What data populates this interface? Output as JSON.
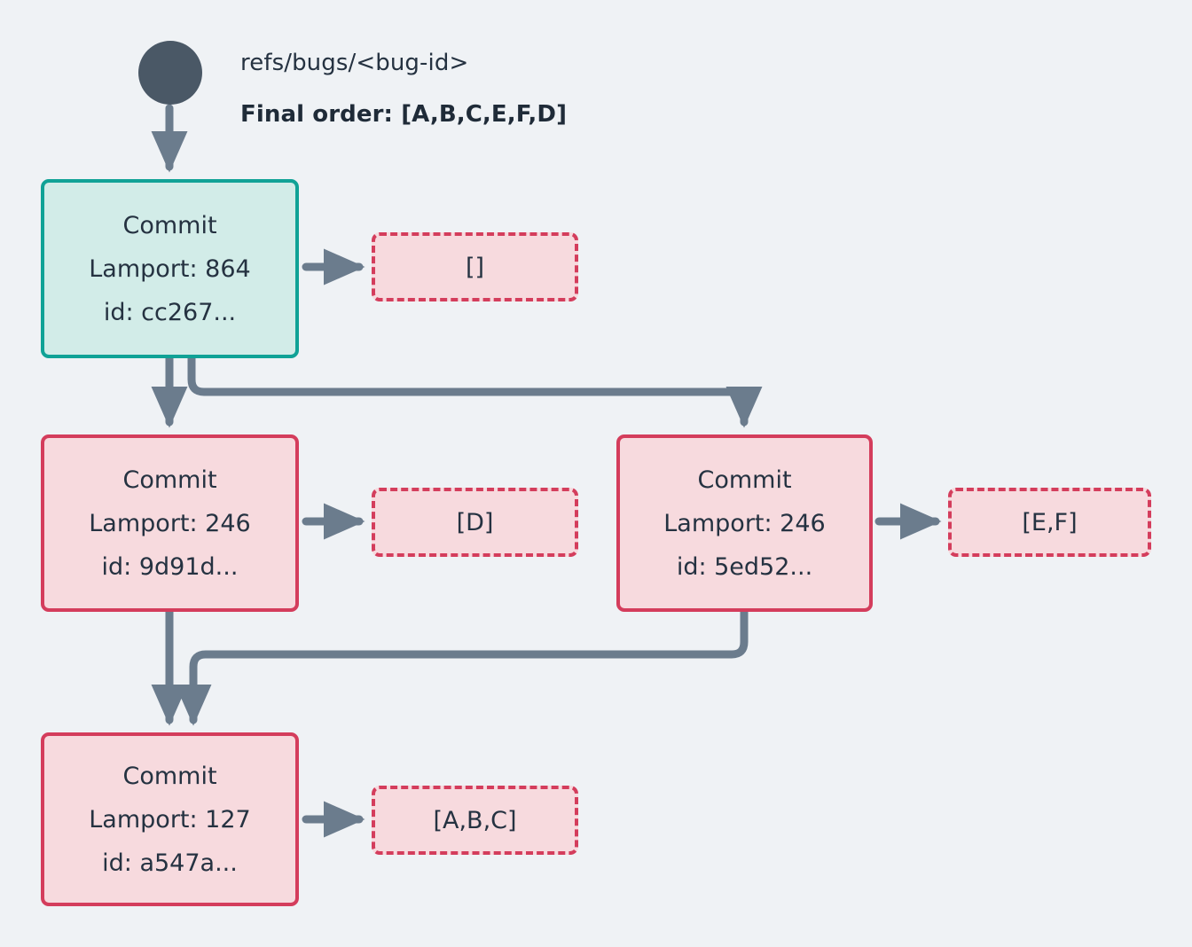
{
  "diagram": {
    "background_color": "#eff2f5",
    "edge_color": "#6b7c8d",
    "head_border_color": "#10a296",
    "head_fill_color": "#d2ece8",
    "commit_border_color": "#d43d5c",
    "commit_fill_color": "#f7dade",
    "text_color": "#253241",
    "root_dot_color": "#4a5866"
  },
  "header": {
    "ref_label": "refs/bugs/<bug-id>",
    "final_order_label": "Final order: [A,B,C,E,F,D]"
  },
  "nodes": [
    {
      "id": "head",
      "kind": "head",
      "title": "Commit",
      "lamport": "Lamport: 864",
      "hash": "id: cc267..."
    },
    {
      "id": "left-mid",
      "kind": "commit",
      "title": "Commit",
      "lamport": "Lamport: 246",
      "hash": "id: 9d91d..."
    },
    {
      "id": "right-mid",
      "kind": "commit",
      "title": "Commit",
      "lamport": "Lamport: 246",
      "hash": "id: 5ed52..."
    },
    {
      "id": "bottom",
      "kind": "commit",
      "title": "Commit",
      "lamport": "Lamport: 127",
      "hash": "id: a547a..."
    }
  ],
  "ops": [
    {
      "id": "head-ops",
      "label": "[]"
    },
    {
      "id": "left-mid-ops",
      "label": "[D]"
    },
    {
      "id": "right-mid-ops",
      "label": "[E,F]"
    },
    {
      "id": "bottom-ops",
      "label": "[A,B,C]"
    }
  ]
}
